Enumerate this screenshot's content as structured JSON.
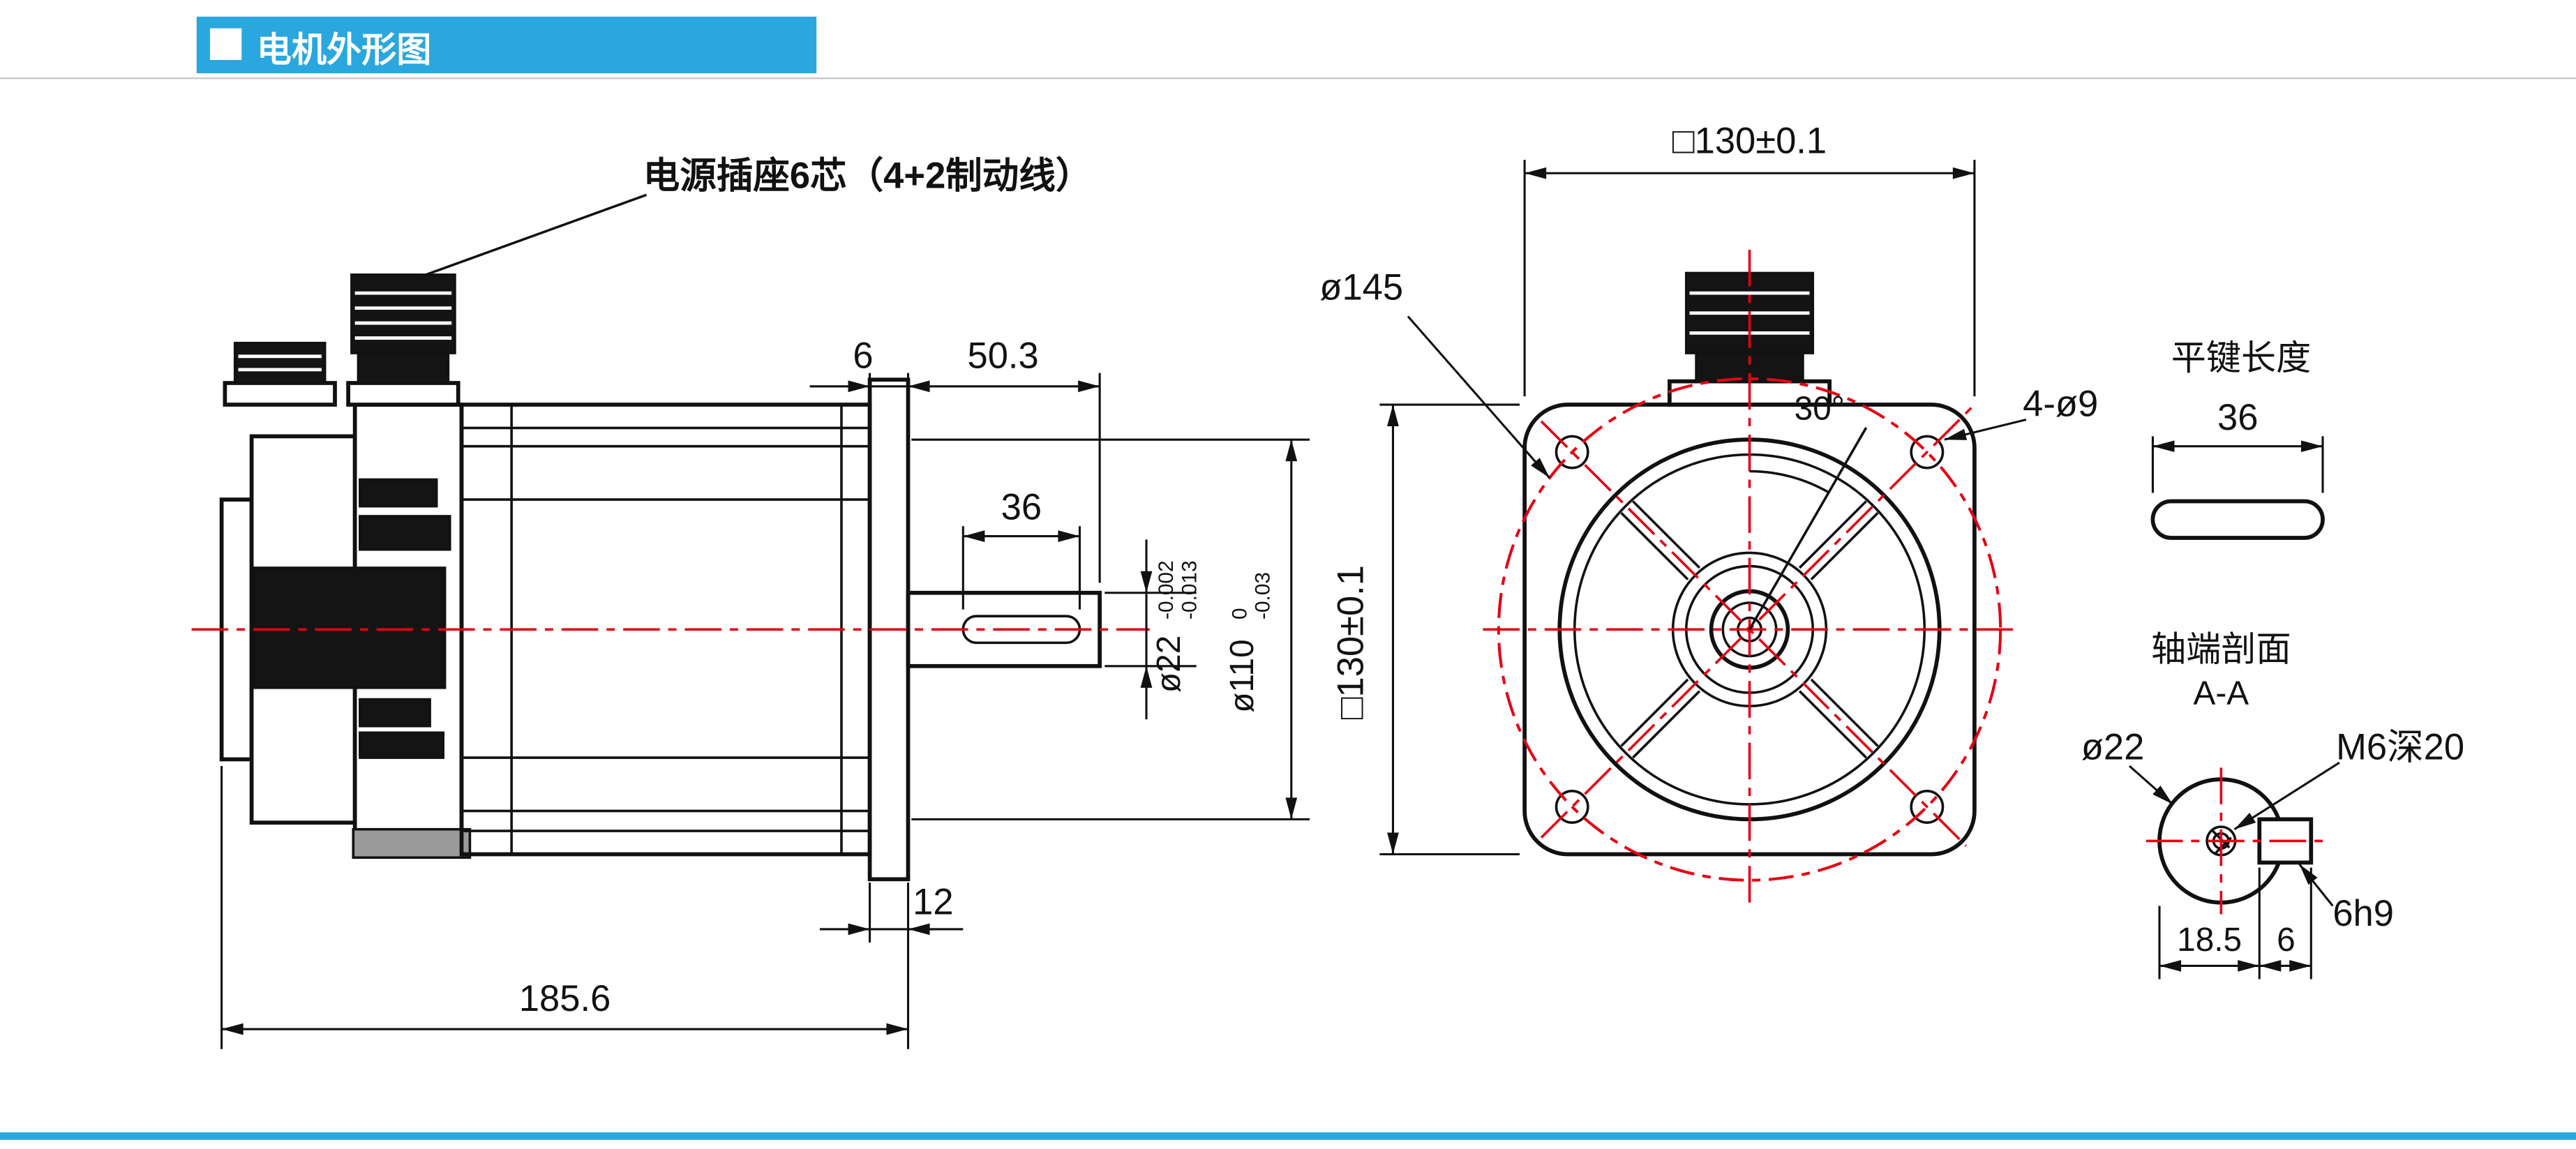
{
  "header": {
    "title": "电机外形图",
    "accent": "#2aa7de"
  },
  "colors": {
    "accent": "#2aa7de",
    "centerline": "#e60012",
    "line": "#111111"
  },
  "side_view": {
    "callout": "电源插座6芯（4+2制动线）",
    "dims": {
      "spigot_depth": "6",
      "shaft_extension": "50.3",
      "key_length": "36",
      "shaft_dia": "ø22",
      "shaft_tol_upper": "-0.002",
      "shaft_tol_lower": "-0.013",
      "spigot_dia": "ø110",
      "spigot_tol_upper": "0",
      "spigot_tol_lower": "-0.03",
      "flange_thickness": "12",
      "overall_length": "185.6"
    }
  },
  "front_view": {
    "dims": {
      "flange_width": "□130±0.1",
      "flange_height": "□130±0.1",
      "bolt_circle_dia": "ø145",
      "mounting_holes": "4-ø9",
      "hole_angle": "30°"
    }
  },
  "key_detail": {
    "title": "平键长度",
    "key_length": "36"
  },
  "shaft_section": {
    "title": "轴端剖面",
    "section_label": "A-A",
    "shaft_dia": "ø22",
    "tapped_hole": "M6深20",
    "key_width": "6h9",
    "dim_left": "18.5",
    "dim_right": "6"
  }
}
